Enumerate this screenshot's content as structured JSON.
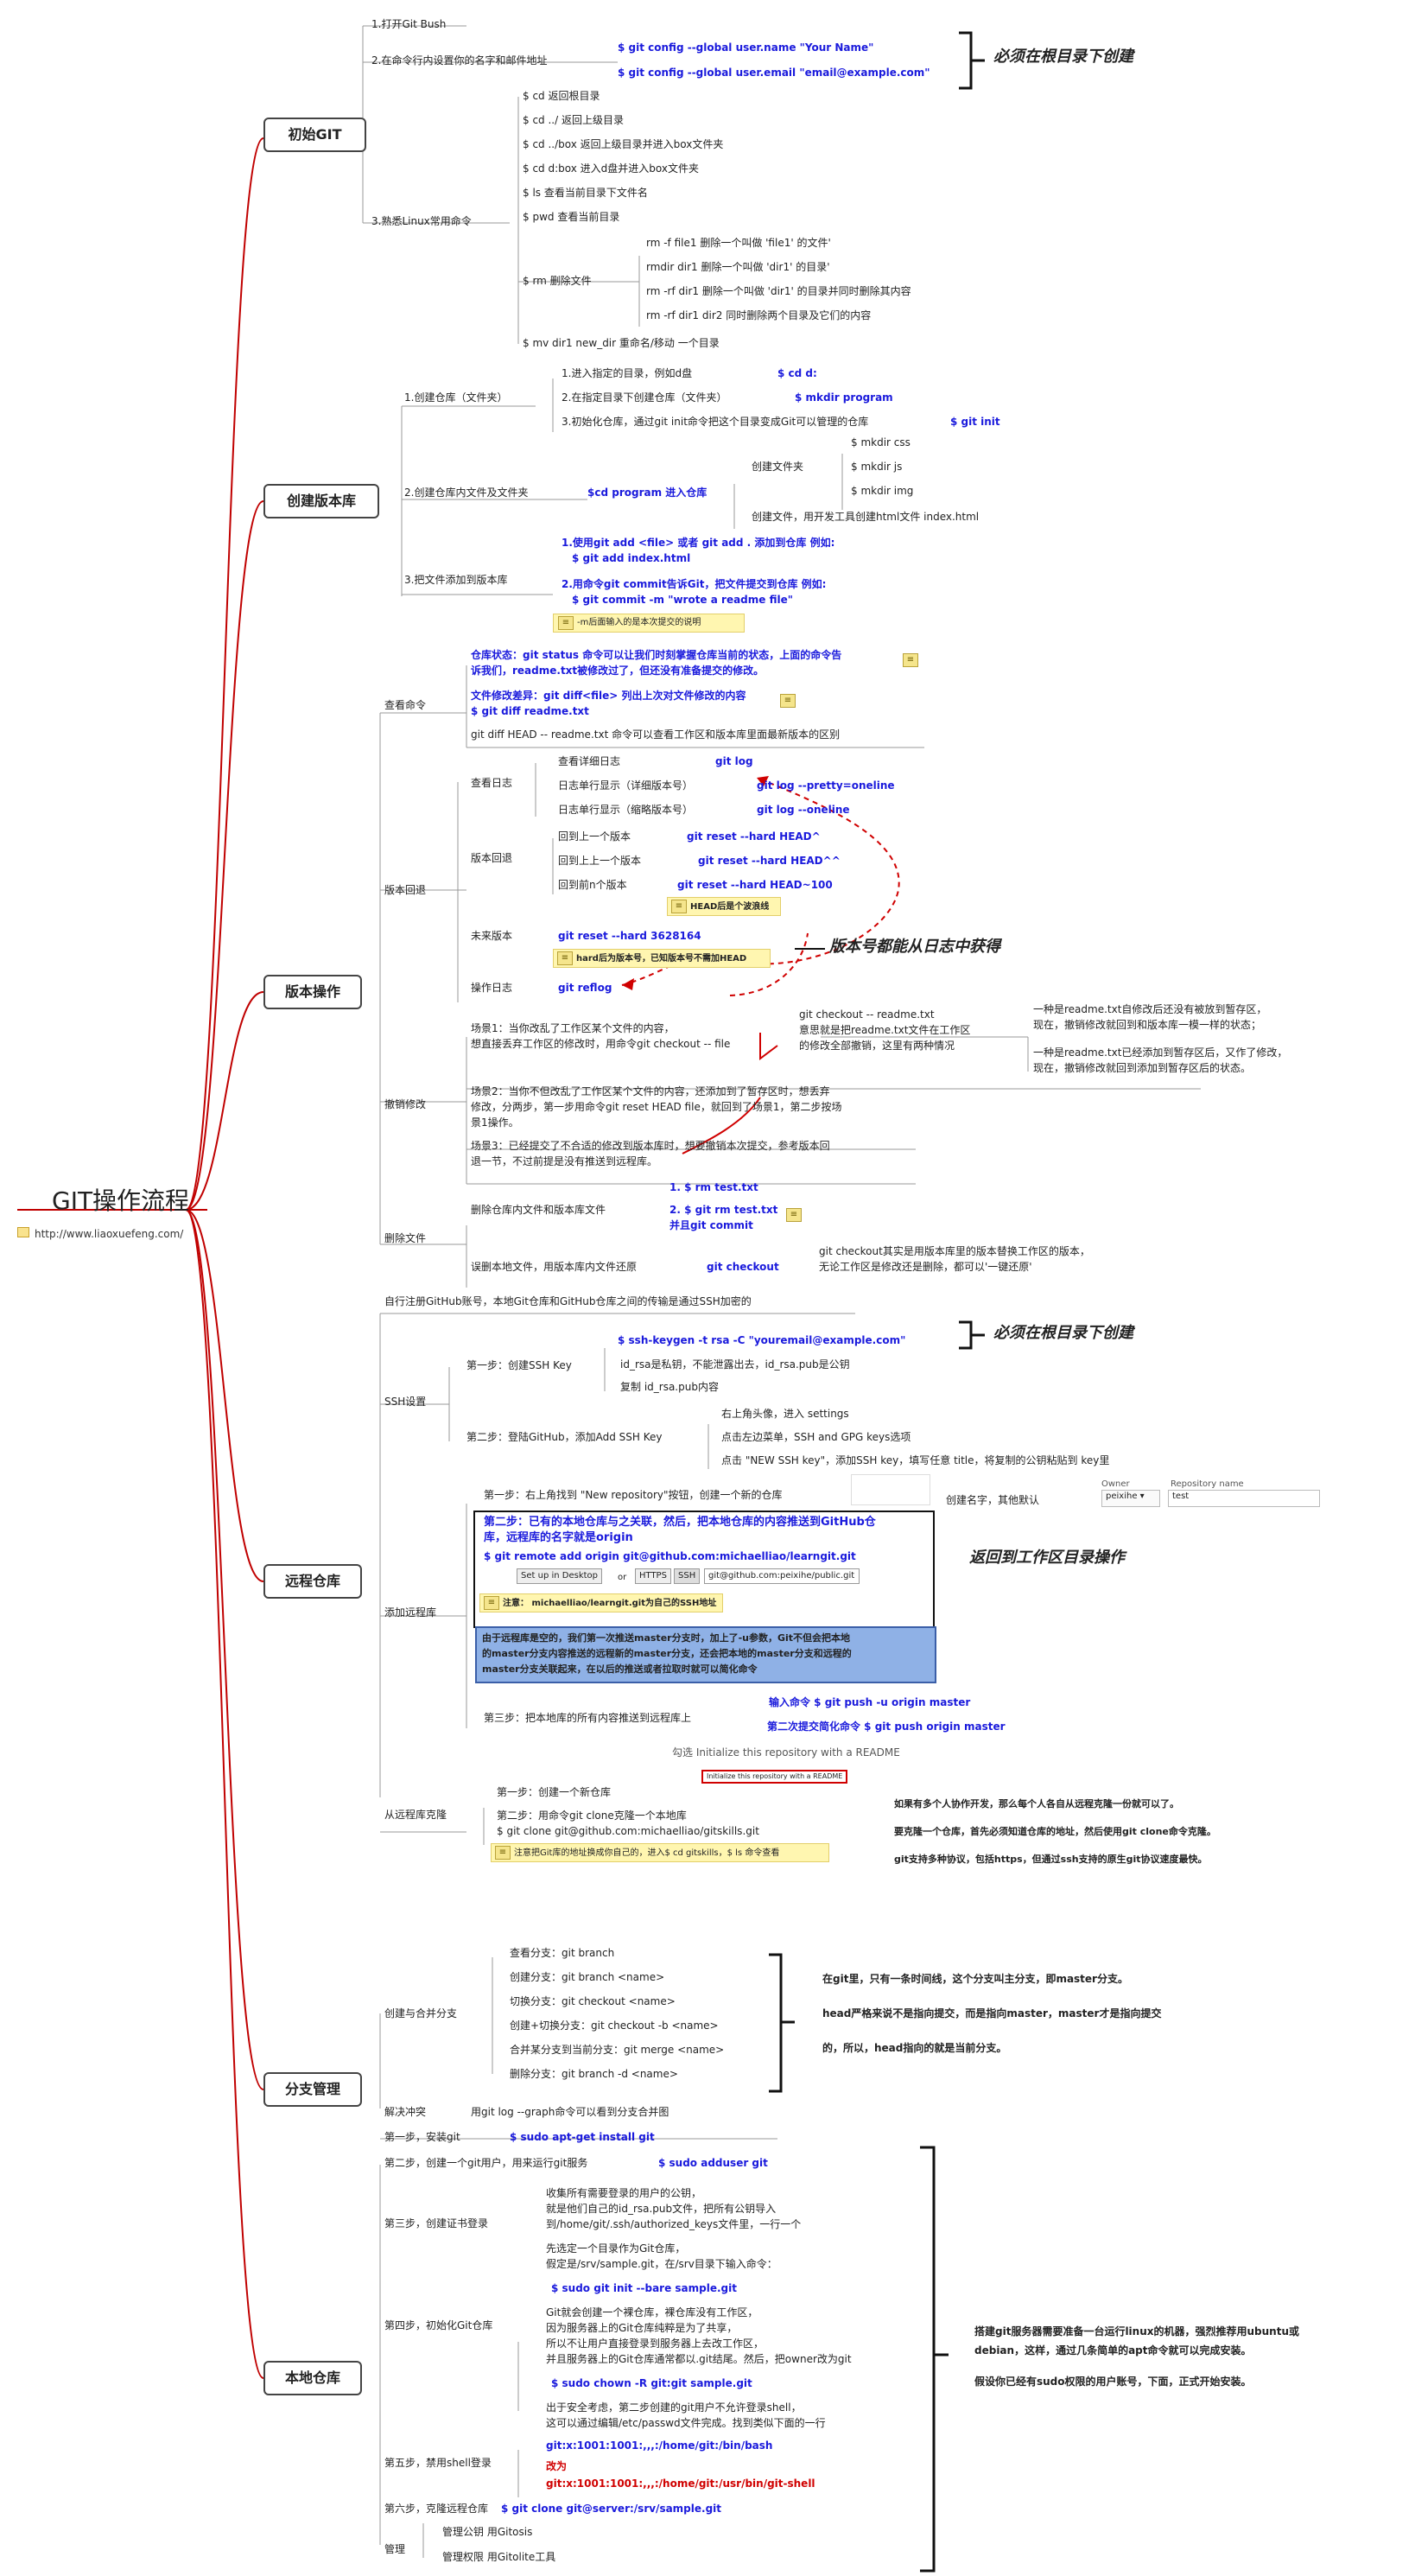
{
  "root": {
    "title": "GIT操作流程",
    "link": "http://www.liaoxuefeng.com/"
  },
  "branches": {
    "init": "初始GIT",
    "create_repo": "创建版本库",
    "version_ops": "版本操作",
    "remote": "远程仓库",
    "branch_mgmt": "分支管理",
    "local_repo": "本地仓库"
  },
  "init": {
    "s1": "1.打开Git Bush",
    "s2": "2.在命令行内设置你的名字和邮件地址",
    "cmd_name": "$ git config --global user.name \"Your Name\"",
    "cmd_email": "$ git config --global user.email \"email@example.com\"",
    "note_root": "必须在根目录下创建",
    "s3": "3.熟悉Linux常用命令",
    "linux": [
      "$ cd 返回根目录",
      "$ cd ../ 返回上级目录",
      "$ cd ../box 返回上级目录并进入box文件夹",
      "$ cd d:box 进入d盘并进入box文件夹",
      "$ ls  查看当前目录下文件名",
      "$ pwd  查看当前目录",
      "$ rm  删除文件",
      "$ mv dir1 new_dir 重命名/移动 一个目录"
    ],
    "rm_items": [
      "rm -f file1 删除一个叫做 'file1' 的文件'",
      "rmdir dir1 删除一个叫做 'dir1' 的目录'",
      "rm -rf dir1 删除一个叫做 'dir1' 的目录并同时删除其内容",
      "rm -rf dir1 dir2 同时删除两个目录及它们的内容"
    ]
  },
  "create": {
    "c1": "1.创建仓库（文件夹）",
    "c1_items": [
      "1.进入指定的目录，例如d盘",
      "2.在指定目录下创建仓库（文件夹）",
      "3.初始化仓库，通过git init命令把这个目录变成Git可以管理的仓库"
    ],
    "c1_cmds": [
      "$ cd d:",
      "$ mkdir program",
      "$ git init"
    ],
    "c2": "2.创建仓库内文件及文件夹",
    "c2_cmd": "$cd program  进入仓库",
    "c2_folder": "创建文件夹",
    "c2_mk": [
      "$ mkdir css",
      "$ mkdir js",
      "$ mkdir img"
    ],
    "c2_file": "创建文件，用开发工具创建html文件  index.html",
    "c3": "3.把文件添加到版本库",
    "c3_a1": "1.使用git add <file> 或者 git add . 添加到仓库 例如:",
    "c3_a2": "$ git add index.html",
    "c3_b1": "2.用命令git commit告诉Git，把文件提交到仓库 例如:",
    "c3_b2": "$ git commit -m \"wrote a readme file\"",
    "c3_note": "-m后面输入的是本次提交的说明"
  },
  "ver": {
    "view": "查看命令",
    "status1": "仓库状态：git status 命令可以让我们时刻掌握仓库当前的状态，上面的命令告",
    "status2": "诉我们，readme.txt被修改过了，但还没有准备提交的修改。",
    "diff1": "文件修改差异：git diff<file> 列出上次对文件修改的内容",
    "diff2": "$ git diff readme.txt",
    "diffhead": "git diff HEAD -- readme.txt 命令可以查看工作区和版本库里面最新版本的区别",
    "rollback": "版本回退",
    "log": "查看日志",
    "log_items": [
      "查看详细日志",
      "日志单行显示（详细版本号）",
      "日志单行显示（缩略版本号）"
    ],
    "log_cmds": [
      "git log",
      "git log --pretty=oneline",
      "git log --oneline"
    ],
    "rb": "版本回退",
    "rb_items": [
      "回到上一个版本",
      "回到上上一个版本",
      "回到前n个版本"
    ],
    "rb_cmds": [
      "git reset --hard HEAD^",
      "git reset --hard HEAD^^",
      "git reset --hard HEAD~100"
    ],
    "head_note": "HEAD后是个波浪线",
    "future": "未来版本",
    "future_cmd": "git reset --hard 3628164",
    "future_note": "hard后为版本号，已知版本号不需加HEAD",
    "oplog": "操作日志",
    "oplog_cmd": "git reflog",
    "from_log": "版本号都能从日志中获得",
    "undo": "撤销修改",
    "scene1a": "场景1：当你改乱了工作区某个文件的内容，",
    "scene1b": "想直接丢弃工作区的修改时，用命令git checkout -- file",
    "co1": "git checkout -- readme.txt",
    "co2": "意思就是把readme.txt文件在工作区",
    "co3": "的修改全部撤销，这里有两种情况",
    "case1a": "一种是readme.txt自修改后还没有被放到暂存区，",
    "case1b": "现在，撤销修改就回到和版本库一模一样的状态；",
    "case2a": "一种是readme.txt已经添加到暂存区后，又作了修改，",
    "case2b": "现在，撤销修改就回到添加到暂存区后的状态。",
    "scene2a": "场景2：当你不但改乱了工作区某个文件的内容，还添加到了暂存区时，想丢弃",
    "scene2b": "修改，分两步，第一步用命令git reset HEAD file，就回到了场景1，第二步按场",
    "scene2c": "景1操作。",
    "scene3a": "场景3：已经提交了不合适的修改到版本库时，想要撤销本次提交，参考版本回",
    "scene3b": "退一节，不过前提是没有推送到远程库。",
    "del": "删除文件",
    "del1": "删除仓库内文件和版本库文件",
    "del_a": "1.  $ rm test.txt",
    "del_b": "2.  $ git rm test.txt",
    "del_c": "并且git commit",
    "del2": "误删本地文件，用版本库内文件还原",
    "del2_cmd": "git checkout",
    "del2_n1": "git checkout其实是用版本库里的版本替换工作区的版本，",
    "del2_n2": "无论工作区是修改还是删除，都可以'一键还原'"
  },
  "remote": {
    "intro": "自行注册GitHub账号，本地Git仓库和GitHub仓库之间的传输是通过SSH加密的",
    "ssh": "SSH设置",
    "step1": "第一步：创建SSH Key",
    "keygen": "$ ssh-keygen -t rsa -C \"youremail@example.com\"",
    "note_root": "必须在根目录下创建",
    "rsa1": "id_rsa是私钥，不能泄露出去，id_rsa.pub是公钥",
    "rsa2": "复制 id_rsa.pub内容",
    "step2": "第二步：登陆GitHub，添加Add SSH Key",
    "gh1": "右上角头像，进入 settings",
    "gh2": "点击左边菜单，SSH and GPG keys选项",
    "gh3": "点击 \"NEW SSH key\"，添加SSH key，填写任意 title，将复制的公钥粘贴到 key里",
    "add": "添加远程库",
    "ar1": "第一步：右上角找到 \"New repository\"按钮，创建一个新的仓库",
    "ar1b": "创建名字，其他默认",
    "owner": "Owner",
    "repo_name": "Repository name",
    "owner_val": "peixihe ▾",
    "repo_val": "test",
    "ar2a": "第二步：已有的本地仓库与之关联，然后，把本地仓库的内容推送到GitHub仓",
    "ar2b": "库，远程库的名字就是origin",
    "ar2c": "$ git remote add origin git@github.com:michaelliao/learngit.git",
    "btn_desktop": "Set up in Desktop",
    "btn_or": "or",
    "btn_https": "HTTPS",
    "btn_ssh": "SSH",
    "ssh_url": "git@github.com:peixihe/public.git",
    "back_note": "返回到工作区目录操作",
    "warn": "注意：  michaelliao/learngit.git为自己的SSH地址",
    "blue1": "由于远程库是空的，我们第一次推送master分支时，加上了-u参数，Git不但会把本地",
    "blue2": "的master分支内容推送的远程新的master分支，还会把本地的master分支和远程的",
    "blue3": "master分支关联起来，在以后的推送或者拉取时就可以简化命令",
    "ar3": "第三步：把本地库的所有内容推送到远程库上",
    "push1": "输入命令  $ git push -u origin master",
    "push2": "第二次提交简化命令 $ git push origin master",
    "readme": "勾选 Initialize this repository with a README",
    "readme_box": "Initialize this repository with a README",
    "clone": "从远程库克隆",
    "cl1": "第一步：创建一个新仓库",
    "cl2": "第二步：用命令git clone克隆一个本地库",
    "cl2b": "$ git clone git@github.com:michaelliao/gitskills.git",
    "cl_note": "注意把Git库的地址换成你自己的，进入$ cd gitskills，$ ls 命令查看",
    "m1": "如果有多个人协作开发，那么每个人各自从远程克隆一份就可以了。",
    "m2": "要克隆一个仓库，首先必须知道仓库的地址，然后使用git clone命令克隆。",
    "m3": "git支持多种协议，包括https，但通过ssh支持的原生git协议速度最快。"
  },
  "branch": {
    "cm": "创建与合并分支",
    "items": [
      "查看分支：git branch",
      "创建分支：git branch <name>",
      "切换分支：git checkout <name>",
      "创建+切换分支：git checkout -b <name>",
      "合并某分支到当前分支：git merge <name>",
      "删除分支：git branch -d <name>"
    ],
    "n1": "在git里，只有一条时间线，这个分支叫主分支，即master分支。",
    "n2": "head严格来说不是指向提交，而是指向master，master才是指向提交",
    "n3": "的，所以，head指向的就是当前分支。",
    "conflict": "解决冲突",
    "conflict_cmd": "用git log --graph命令可以看到分支合并图"
  },
  "local": {
    "s1": "第一步，安装git",
    "s1c": "$ sudo apt-get install git",
    "s2": "第二步，创建一个git用户，用来运行git服务",
    "s2c": "$ sudo adduser git",
    "s3": "第三步，创建证书登录",
    "s3a": "收集所有需要登录的用户的公钥，",
    "s3b": "就是他们自己的id_rsa.pub文件，把所有公钥导入",
    "s3c": "到/home/git/.ssh/authorized_keys文件里，一行一个",
    "s4": "第四步，初始化Git仓库",
    "s4a": "先选定一个目录作为Git仓库，",
    "s4b": "假定是/srv/sample.git，在/srv目录下输入命令：",
    "s4c": "$ sudo git init --bare sample.git",
    "s4d": "Git就会创建一个裸仓库，裸仓库没有工作区，",
    "s4e": "因为服务器上的Git仓库纯粹是为了共享，",
    "s4f": "所以不让用户直接登录到服务器上去改工作区，",
    "s4g": "并且服务器上的Git仓库通常都以.git结尾。然后，把owner改为git",
    "s4h": "$ sudo chown -R git:git sample.git",
    "s5": "第五步，禁用shell登录",
    "s5a": "出于安全考虑，第二步创建的git用户不允许登录shell，",
    "s5b": "这可以通过编辑/etc/passwd文件完成。找到类似下面的一行",
    "s5c": "git:x:1001:1001:,,,:/home/git:/bin/bash",
    "s5d": "改为",
    "s5e": "git:x:1001:1001:,,,:/home/git:/usr/bin/git-shell",
    "s6": "第六步，克隆远程仓库",
    "s6c": "$ git clone git@server:/srv/sample.git",
    "mg": "管理",
    "mg1": "管理公钥  用Gitosis",
    "mg2": "管理权限  用Gitolite工具",
    "n1": "搭建git服务器需要准备一台运行linux的机器，强烈推荐用ubuntu或",
    "n2": "debian，这样，通过几条简单的apt命令就可以完成安装。",
    "n3": "假设你已经有sudo权限的用户账号，下面，正式开始安装。"
  }
}
